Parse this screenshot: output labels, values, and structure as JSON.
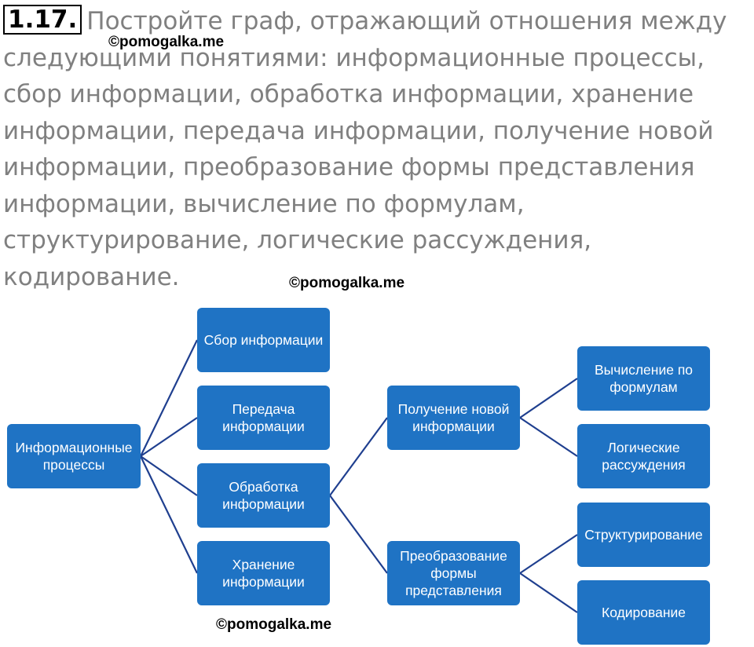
{
  "task": {
    "number": "1.17.",
    "text": "Постройте граф, отражающий отношения между следующими понятиями: информационные процессы, сбор информации, обработка информации, хранение информации, передача информации, получение новой информации, преобразование формы представления информации, вычисление по формулам, структурирование, логические рассуждения, кодирование."
  },
  "watermarks": [
    "©pomogalka.me",
    "©pomogalka.me",
    "©pomogalka.me"
  ],
  "diagram": {
    "colors": {
      "node_fill": "#1f73c4",
      "node_text": "#ffffff",
      "edge": "#1f3f8f"
    },
    "nodes": {
      "root": "Информационные\nпроцессы",
      "sbor": "Сбор информации",
      "pered": "Передача\nинформации",
      "obrab": "Обработка\nинформации",
      "hran": "Хранение\nинформации",
      "poluch": "Получение новой\nинформации",
      "preobr": "Преобразование\nформы\nпредставления",
      "vych": "Вычисление по\nформулам",
      "logic": "Логические\nрассуждения",
      "strukt": "Структурирование",
      "kodir": "Кодирование"
    },
    "edges": [
      [
        "root",
        "sbor"
      ],
      [
        "root",
        "pered"
      ],
      [
        "root",
        "obrab"
      ],
      [
        "root",
        "hran"
      ],
      [
        "obrab",
        "poluch"
      ],
      [
        "obrab",
        "preobr"
      ],
      [
        "poluch",
        "vych"
      ],
      [
        "poluch",
        "logic"
      ],
      [
        "preobr",
        "strukt"
      ],
      [
        "preobr",
        "kodir"
      ]
    ]
  }
}
